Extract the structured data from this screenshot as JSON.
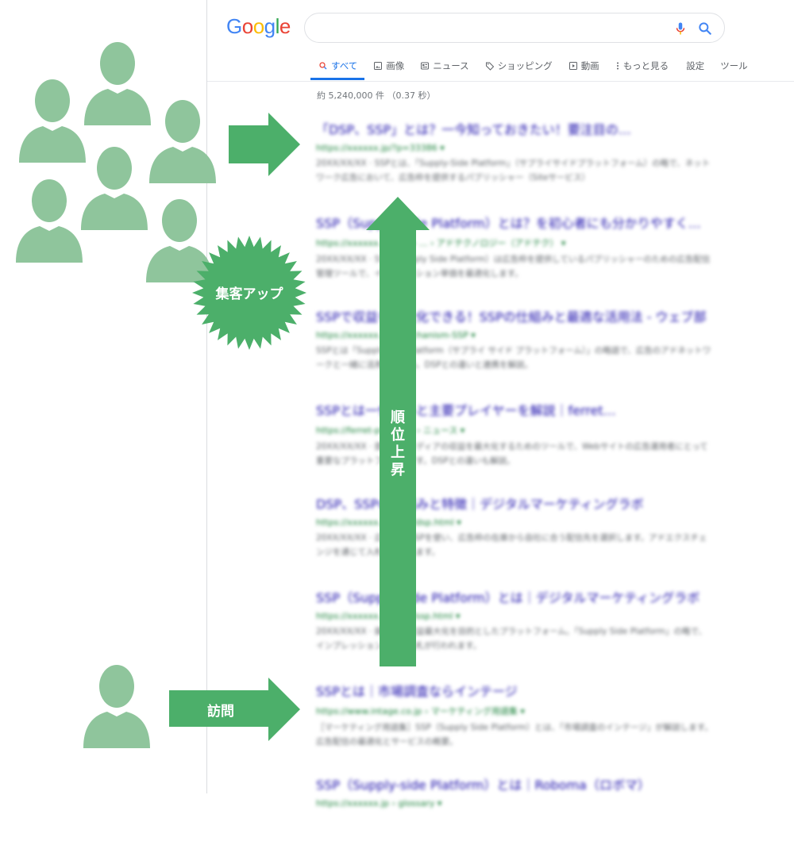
{
  "search": {
    "logo_text": "Google",
    "query_value": "",
    "mic_icon": "microphone-icon",
    "search_icon": "search-icon"
  },
  "tabs": [
    {
      "label": "すべて",
      "icon": "search-icon",
      "active": true
    },
    {
      "label": "画像",
      "icon": "image-icon",
      "active": false
    },
    {
      "label": "ニュース",
      "icon": "news-icon",
      "active": false
    },
    {
      "label": "ショッピング",
      "icon": "tag-icon",
      "active": false
    },
    {
      "label": "動画",
      "icon": "play-icon",
      "active": false
    },
    {
      "label": "もっと見る",
      "icon": "more-vertical-icon",
      "active": false
    },
    {
      "label": "設定",
      "icon": "",
      "active": false
    },
    {
      "label": "ツール",
      "icon": "",
      "active": false
    }
  ],
  "stats": "約 5,240,000 件 （0.37 秒）",
  "results": [
    {
      "title": "「DSP、SSP」とは？一今知っておきたい！要注目の…",
      "url": "https://xxxxxx.jp/?p=33386 ▾",
      "snippet": "20XX/XX/XX · SSPとは、「Supply-Side Platform」（サプライサイドプラットフォーム）の略で、ネットワーク広告において、広告枠を提供するパブリッシャー（Siteサービス）"
    },
    {
      "title": "SSP（Supply Side Platform）とは？を初心者にも分かりやすく…",
      "url": "https://xxxxxx.xx/xxx › … › アドテクノロジー（アドテク） ▾",
      "snippet": "20XX/XX/XX · SSP（Supply Side Platform）は広告枠を提供しているパブリッシャーのための広告配信管理ツールで、インプレッション単価を最適化します。"
    },
    {
      "title": "SSPで収益を最大化できる！SSPの仕組みと最適な活用法 - ウェブ部",
      "url": "https://xxxxxx.jp › mechanism-SSP ▾",
      "snippet": "SSPとは「Supply Side Platform（サプライ サイド プラットフォーム）」の略語で、広告のアドネットワークと一緒に活用するもの。DSPとの違いと連携を解説。"
    },
    {
      "title": "SSPとは一仕組みと主要プレイヤーを解説｜ferret…",
      "url": "https://ferret-plus.com › ニュース ▾",
      "snippet": "20XX/XX/XX · 提供するメディアの収益を最大化するためのツールで、Webサイトの広告運用者にとって重要なプラットフォームです。DSPとの違いも解説。"
    },
    {
      "title": "DSP、SSPの仕組みと特徴｜デジタルマーケティングラボ",
      "url": "https://xxxxxx.jp/xxxx/dsp.html ▾",
      "snippet": "20XX/XX/XX · 広告主はDSPを使い、広告枠の在庫から自社に合う配信先を選択します。アドエクスチェンジを通じて入札が行われます。"
    },
    {
      "title": "SSP（Supply Side Platform）とは｜デジタルマーケティングラボ",
      "url": "https://xxxxxx.jp/xxxx/ssp.html ▾",
      "snippet": "20XX/XX/XX · 媒体側の収益最大化を目的としたプラットフォーム。「Supply Side Platform」の略で、インプレッション単位の入札が行われます。"
    },
    {
      "title": "SSPとは｜市場調査ならインテージ",
      "url": "https://www.intage.co.jp › マーケティング用語集 ▾",
      "snippet": "［マーケティング用語集］SSP（Supply Side Platform）とは、「市場調査のインテージ」が解説します。広告配信の最適化とサービスの概要。"
    },
    {
      "title": "SSP（Supply-side Platform）とは｜Roboma（ロボマ）",
      "url": "https://xxxxxx.jp › glossary ▾",
      "snippet": ""
    }
  ],
  "annotations": {
    "attract_badge": "集客アップ",
    "rank_up_label": [
      "順",
      "位",
      "上",
      "昇"
    ],
    "visit_label": "訪問"
  },
  "colors": {
    "arrow_green": "#4caf6a",
    "person_green": "#8fc59c",
    "link_blue": "#1a0dab",
    "url_green": "#188038",
    "tab_blue": "#1a73e8"
  }
}
